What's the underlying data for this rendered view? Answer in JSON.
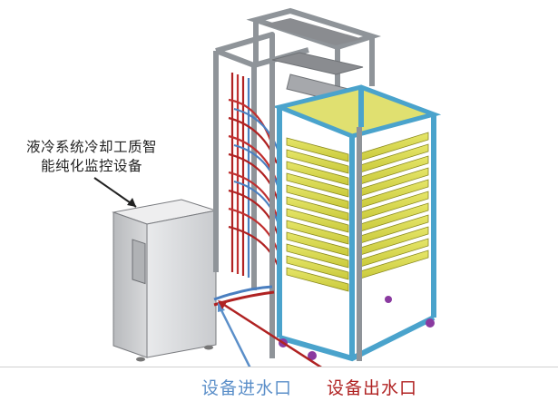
{
  "callout_label_line1": "液冷系统冷却工质智",
  "callout_label_line2": "能纯化监控设备",
  "inlet_label": "设备进水口",
  "outlet_label": "设备出水口",
  "colors": {
    "inlet": "#5b8fc9",
    "outlet": "#b02222",
    "frame": "#9aa0a6",
    "rack_frame": "#4aa3cc",
    "trays": "#d8d84a",
    "device": "#d6d7d9"
  }
}
